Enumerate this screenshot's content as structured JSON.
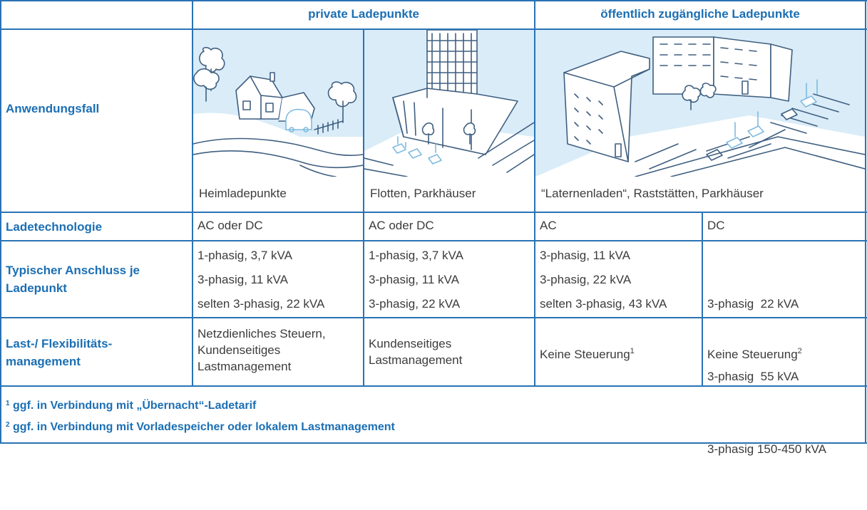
{
  "headers": {
    "private": "private Ladepunkte",
    "public": "öffentlich zugängliche Ladepunkte"
  },
  "rows": {
    "anwendungsfall": "Anwendungsfall",
    "ladetechnologie": "Ladetechnologie",
    "anschluss": [
      "Typischer Anschluss je",
      "Ladepunkt"
    ],
    "management": [
      "Last-/ Flexibilitäts-",
      "management"
    ]
  },
  "illustration_captions": {
    "home": "Heimladepunkte",
    "fleet": "Flotten, Parkhäuser",
    "public": "“Laternenladen“, Raststätten, Parkhäuser"
  },
  "ladetechnologie": {
    "home": "AC oder DC",
    "fleet": "AC oder DC",
    "ac": "AC",
    "dc": "DC"
  },
  "anschluss": {
    "home": [
      "1-phasig, 3,7 kVA",
      "3-phasig, 11 kVA",
      "selten 3-phasig, 22 kVA"
    ],
    "fleet": [
      "1-phasig, 3,7 kVA",
      "3-phasig, 11 kVA",
      "3-phasig, 22 kVA"
    ],
    "ac": [
      "3-phasig, 11 kVA",
      "3-phasig, 22 kVA",
      "selten 3-phasig, 43 kVA"
    ],
    "dc": [
      "3-phasig  22 kVA",
      "3-phasig  55 kVA",
      "3-phasig 150-450 kVA"
    ]
  },
  "management": {
    "home": [
      "Netzdienliches Steuern,",
      "Kundenseitiges",
      "Lastmanagement"
    ],
    "fleet": [
      "Kundenseitiges",
      "Lastmanagement"
    ],
    "ac": "Keine Steuerung",
    "ac_sup": "1",
    "dc": "Keine Steuerung",
    "dc_sup": "2"
  },
  "footnotes": [
    {
      "num": "1",
      "text": "ggf. in Verbindung mit „Übernacht“-Ladetarif"
    },
    {
      "num": "2",
      "text": "ggf. in Verbindung mit Vorladespeicher oder lokalem Lastmanagement"
    }
  ],
  "colors": {
    "accent": "#1b6fb4",
    "border": "#2a73b4",
    "illustration_bg": "#d9ecf8",
    "text": "#3c3c3c"
  },
  "icons": [
    "house-illustration",
    "fleet-building-illustration",
    "city-parking-illustration"
  ]
}
